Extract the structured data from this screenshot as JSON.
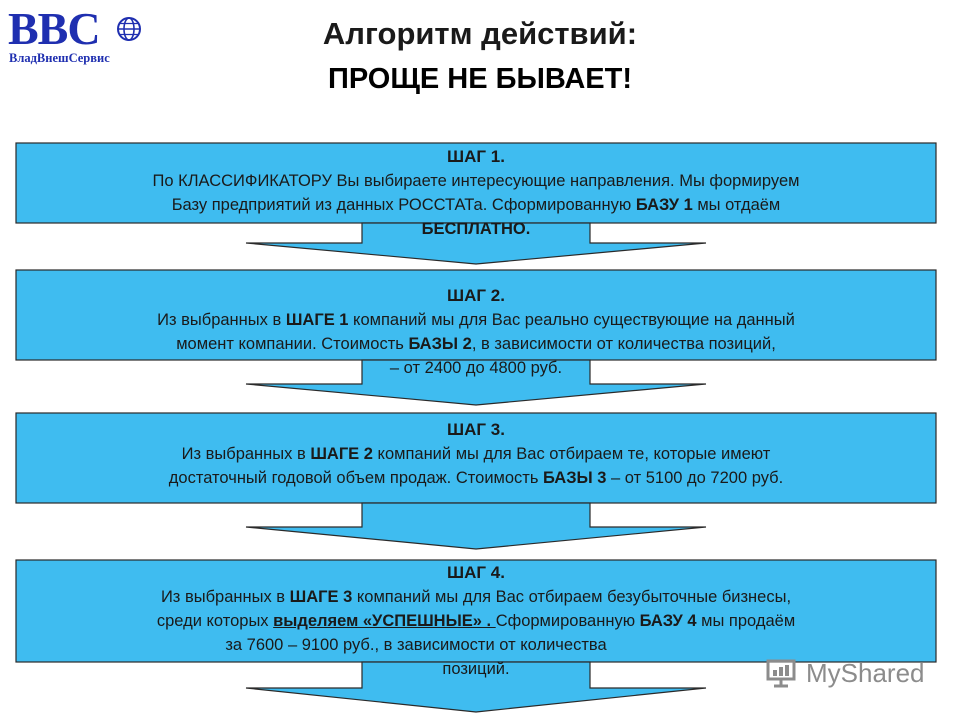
{
  "logo": {
    "main": "BBC",
    "sub": "ВладВнешСервис"
  },
  "header": {
    "title_line1": "Алгоритм действий:",
    "title_line2": "ПРОЩЕ НЕ БЫВАЕТ!"
  },
  "steps": [
    {
      "heading": "ШАГ 1.",
      "line1": "По КЛАССИФИКАТОРУ Вы выбираете интересующие направления. Мы формируем",
      "line2_a": "Базу предприятий из данных РОССТАТа. Сформированную ",
      "line2_b": "БАЗУ 1",
      "line2_c": " мы отдаём",
      "line3": "БЕСПЛАТНО."
    },
    {
      "heading": "ШАГ 2.",
      "line1_a": "Из выбранных в ",
      "line1_b": "ШАГЕ 1",
      "line1_c": " компаний мы для Вас реально существующие на данный",
      "line2_a": "момент компании. Стоимость ",
      "line2_b": "БАЗЫ 2",
      "line2_c": ",  в зависимости от количества позиций,",
      "line3": "– от 2400 до 4800 руб."
    },
    {
      "heading": "ШАГ 3.",
      "line1_a": "Из выбранных в ",
      "line1_b": "ШАГЕ 2",
      "line1_c": " компаний мы для Вас отбираем те, которые имеют",
      "line2_a": "достаточный годовой  объем продаж.  Стоимость ",
      "line2_b": "БАЗЫ 3",
      "line2_c": "  – от 5100 до 7200 руб."
    },
    {
      "heading": "ШАГ 4.",
      "line1_a": "Из выбранных в ",
      "line1_b": "ШАГЕ 3",
      "line1_c": " компаний мы для Вас отбираем безубыточные бизнесы,",
      "line2_a": "среди которых ",
      "line2_b": "выделяем «УСПЕШНЫЕ»  . ",
      "line2_c": "Сформированную  ",
      "line2_d": "БАЗУ 4",
      "line2_e": "  мы продаём",
      "line3": "за 7600 – 9100 руб.,  в зависимости  от  количества",
      "line4": "позиций."
    }
  ],
  "watermark": {
    "text": "MyShared"
  },
  "colors": {
    "box_fill": "#3fbcf0",
    "box_stroke": "#2a2a2a",
    "logo_blue": "#1f2fb0",
    "watermark_gray": "#8c8c8c"
  }
}
